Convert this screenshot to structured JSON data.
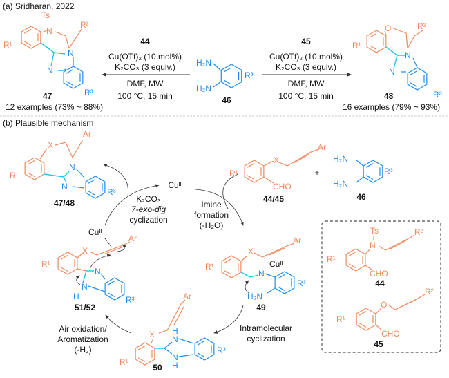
{
  "part_a": {
    "heading": "(a) Sridharan, 2022",
    "left_reaction": {
      "reagent": "44",
      "catalyst": "Cu(OTf)₂ (10 mol%)",
      "base": "K₂CO₃ (3 equiv.)",
      "solvent": "DMF, MW",
      "conditions": "100 °C, 15 min"
    },
    "right_reaction": {
      "reagent": "45",
      "catalyst": "Cu(OTf)₂ (10 mol%)",
      "base": "K₂CO₃ (3 equiv.)",
      "solvent": "DMF, MW",
      "conditions": "100 °C, 15 min"
    },
    "compound_47": {
      "ts": "Ts",
      "n": "N",
      "r1": "R¹",
      "r2": "R²",
      "r3": "R³",
      "n2": "N",
      "n3": "N",
      "label": "47",
      "yield": "12 examples (73% ~ 88%)"
    },
    "compound_46": {
      "nh2_top": "H₂N",
      "nh2_bottom": "H₂N",
      "r3": "R³",
      "label": "46"
    },
    "compound_48": {
      "o": "O",
      "r1": "R¹",
      "r2": "R²",
      "r3": "R³",
      "n2": "N",
      "n3": "N",
      "label": "48",
      "yield": "16 examples (79% ~ 93%)"
    }
  },
  "part_b": {
    "heading": "(b) Plausible mechanism",
    "product": {
      "ar": "Ar",
      "x": "X",
      "r1": "R¹",
      "n1": "N",
      "n2": "N",
      "r3": "R³",
      "label": "47/48"
    },
    "catalyst": "Cuᴵᴵ",
    "step_cyclization": [
      "K₂CO₃",
      "7-exo-dig",
      "cyclization"
    ],
    "step_imine": [
      "Imine",
      "formation",
      "(-H₂O)"
    ],
    "step_intramolecular": [
      "Intramolecular",
      "cyclization"
    ],
    "step_oxidation": [
      "Air oxidation/",
      "Aromatization",
      "(-H₂)"
    ],
    "start_aldehyde": {
      "x": "X",
      "ar": "Ar",
      "r1": "R¹",
      "cho": "CHO",
      "label": "44/45"
    },
    "plus": "+",
    "start_diamine": {
      "nh2_top": "H₂N",
      "nh2_bottom": "H₂N",
      "r3": "R³",
      "label": "46"
    },
    "int_49": {
      "x": "X",
      "ar": "Ar",
      "r1": "R¹",
      "n": "N",
      "cu": "Cuᴵᴵ",
      "r3": "R³",
      "nh2": "H₂N",
      "label": "49"
    },
    "int_50": {
      "ar": "Ar",
      "x": "X",
      "r1": "R¹",
      "nh_top": "H",
      "n_top": "N",
      "n_bottom": "N",
      "nh_bottom": "H",
      "r3": "R³",
      "label": "50"
    },
    "int_51_52": {
      "cu": "Cuᴵᴵ",
      "ar": "Ar",
      "x": "X",
      "r1": "R¹",
      "n1": "N",
      "n2": "N",
      "h": "H",
      "r3": "R³",
      "label": "51/52"
    },
    "box": {
      "c44": {
        "ts": "Ts",
        "n": "N",
        "r2": "R²",
        "r1": "R¹",
        "cho": "CHO",
        "label": "44"
      },
      "c45": {
        "o": "O",
        "r2": "R²",
        "r1": "R¹",
        "cho": "CHO",
        "label": "45"
      }
    }
  }
}
